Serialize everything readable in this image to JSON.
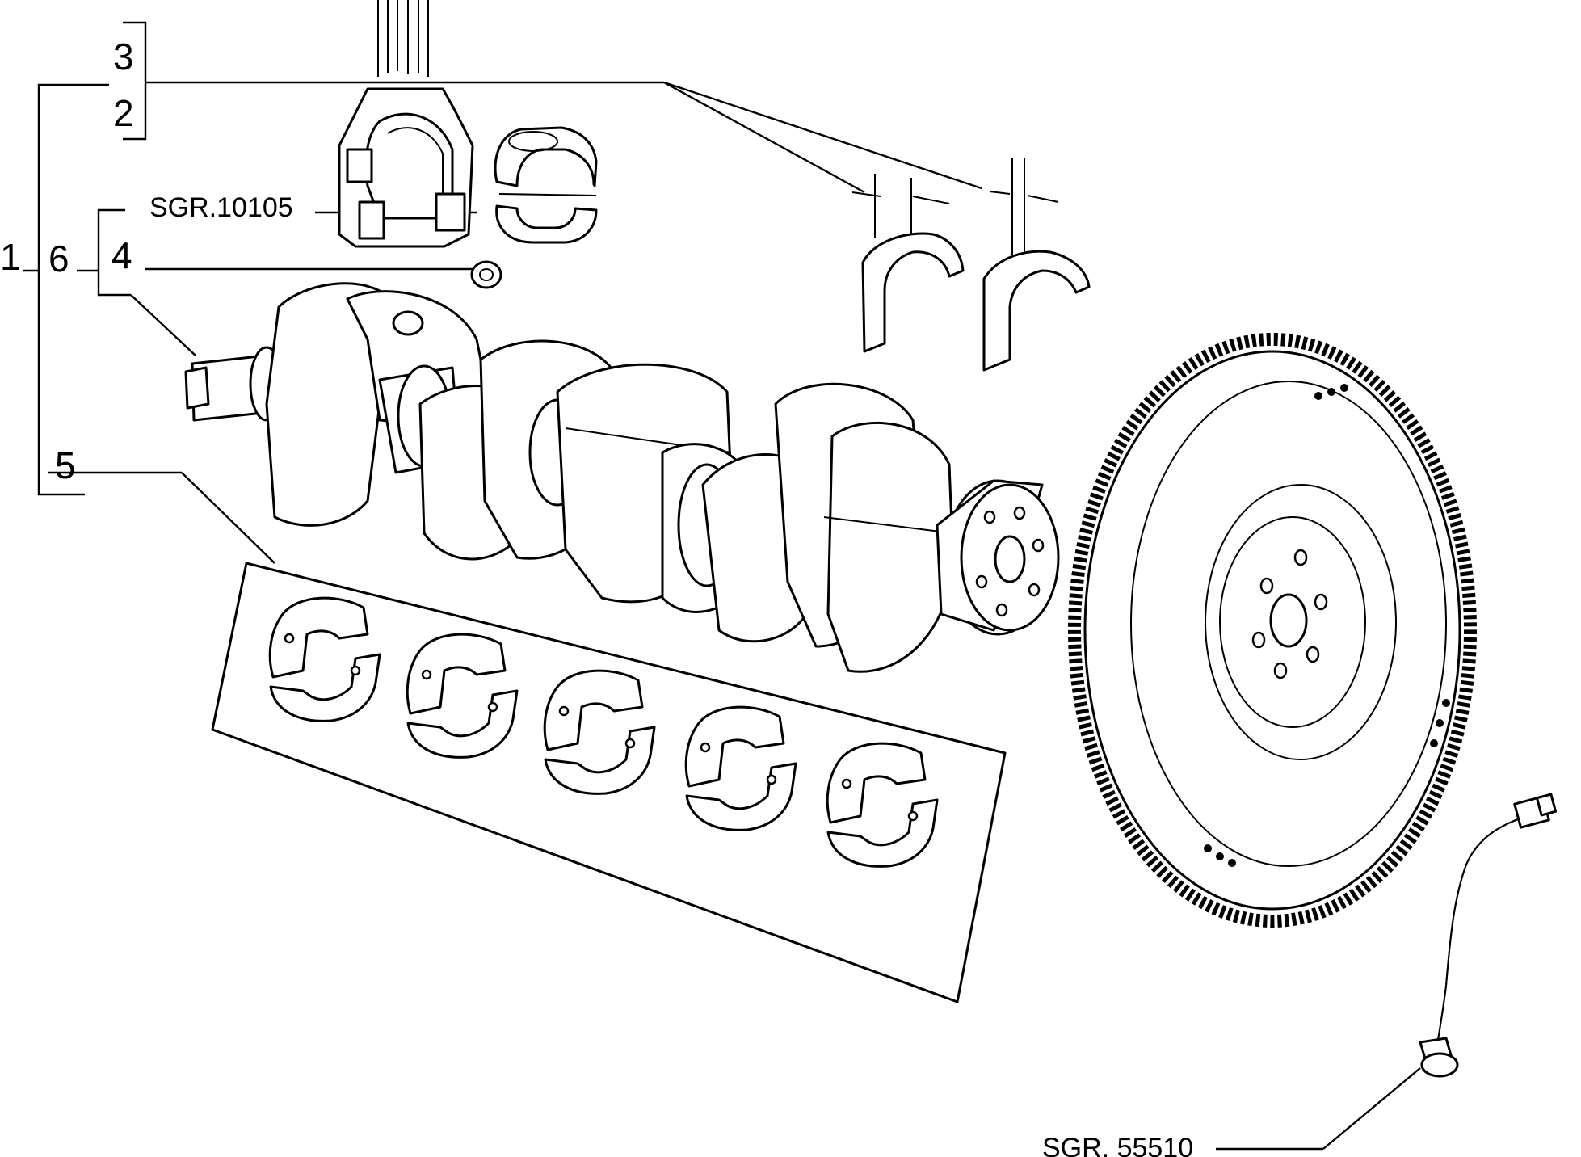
{
  "callouts": {
    "n1": "1",
    "n2": "2",
    "n3": "3",
    "n4": "4",
    "n5": "5",
    "n6": "6",
    "ref_conrod": "SGR.10105",
    "ref_sensor": "SGR. 55510"
  },
  "colors": {
    "line": "#000000",
    "background": "#ffffff"
  }
}
